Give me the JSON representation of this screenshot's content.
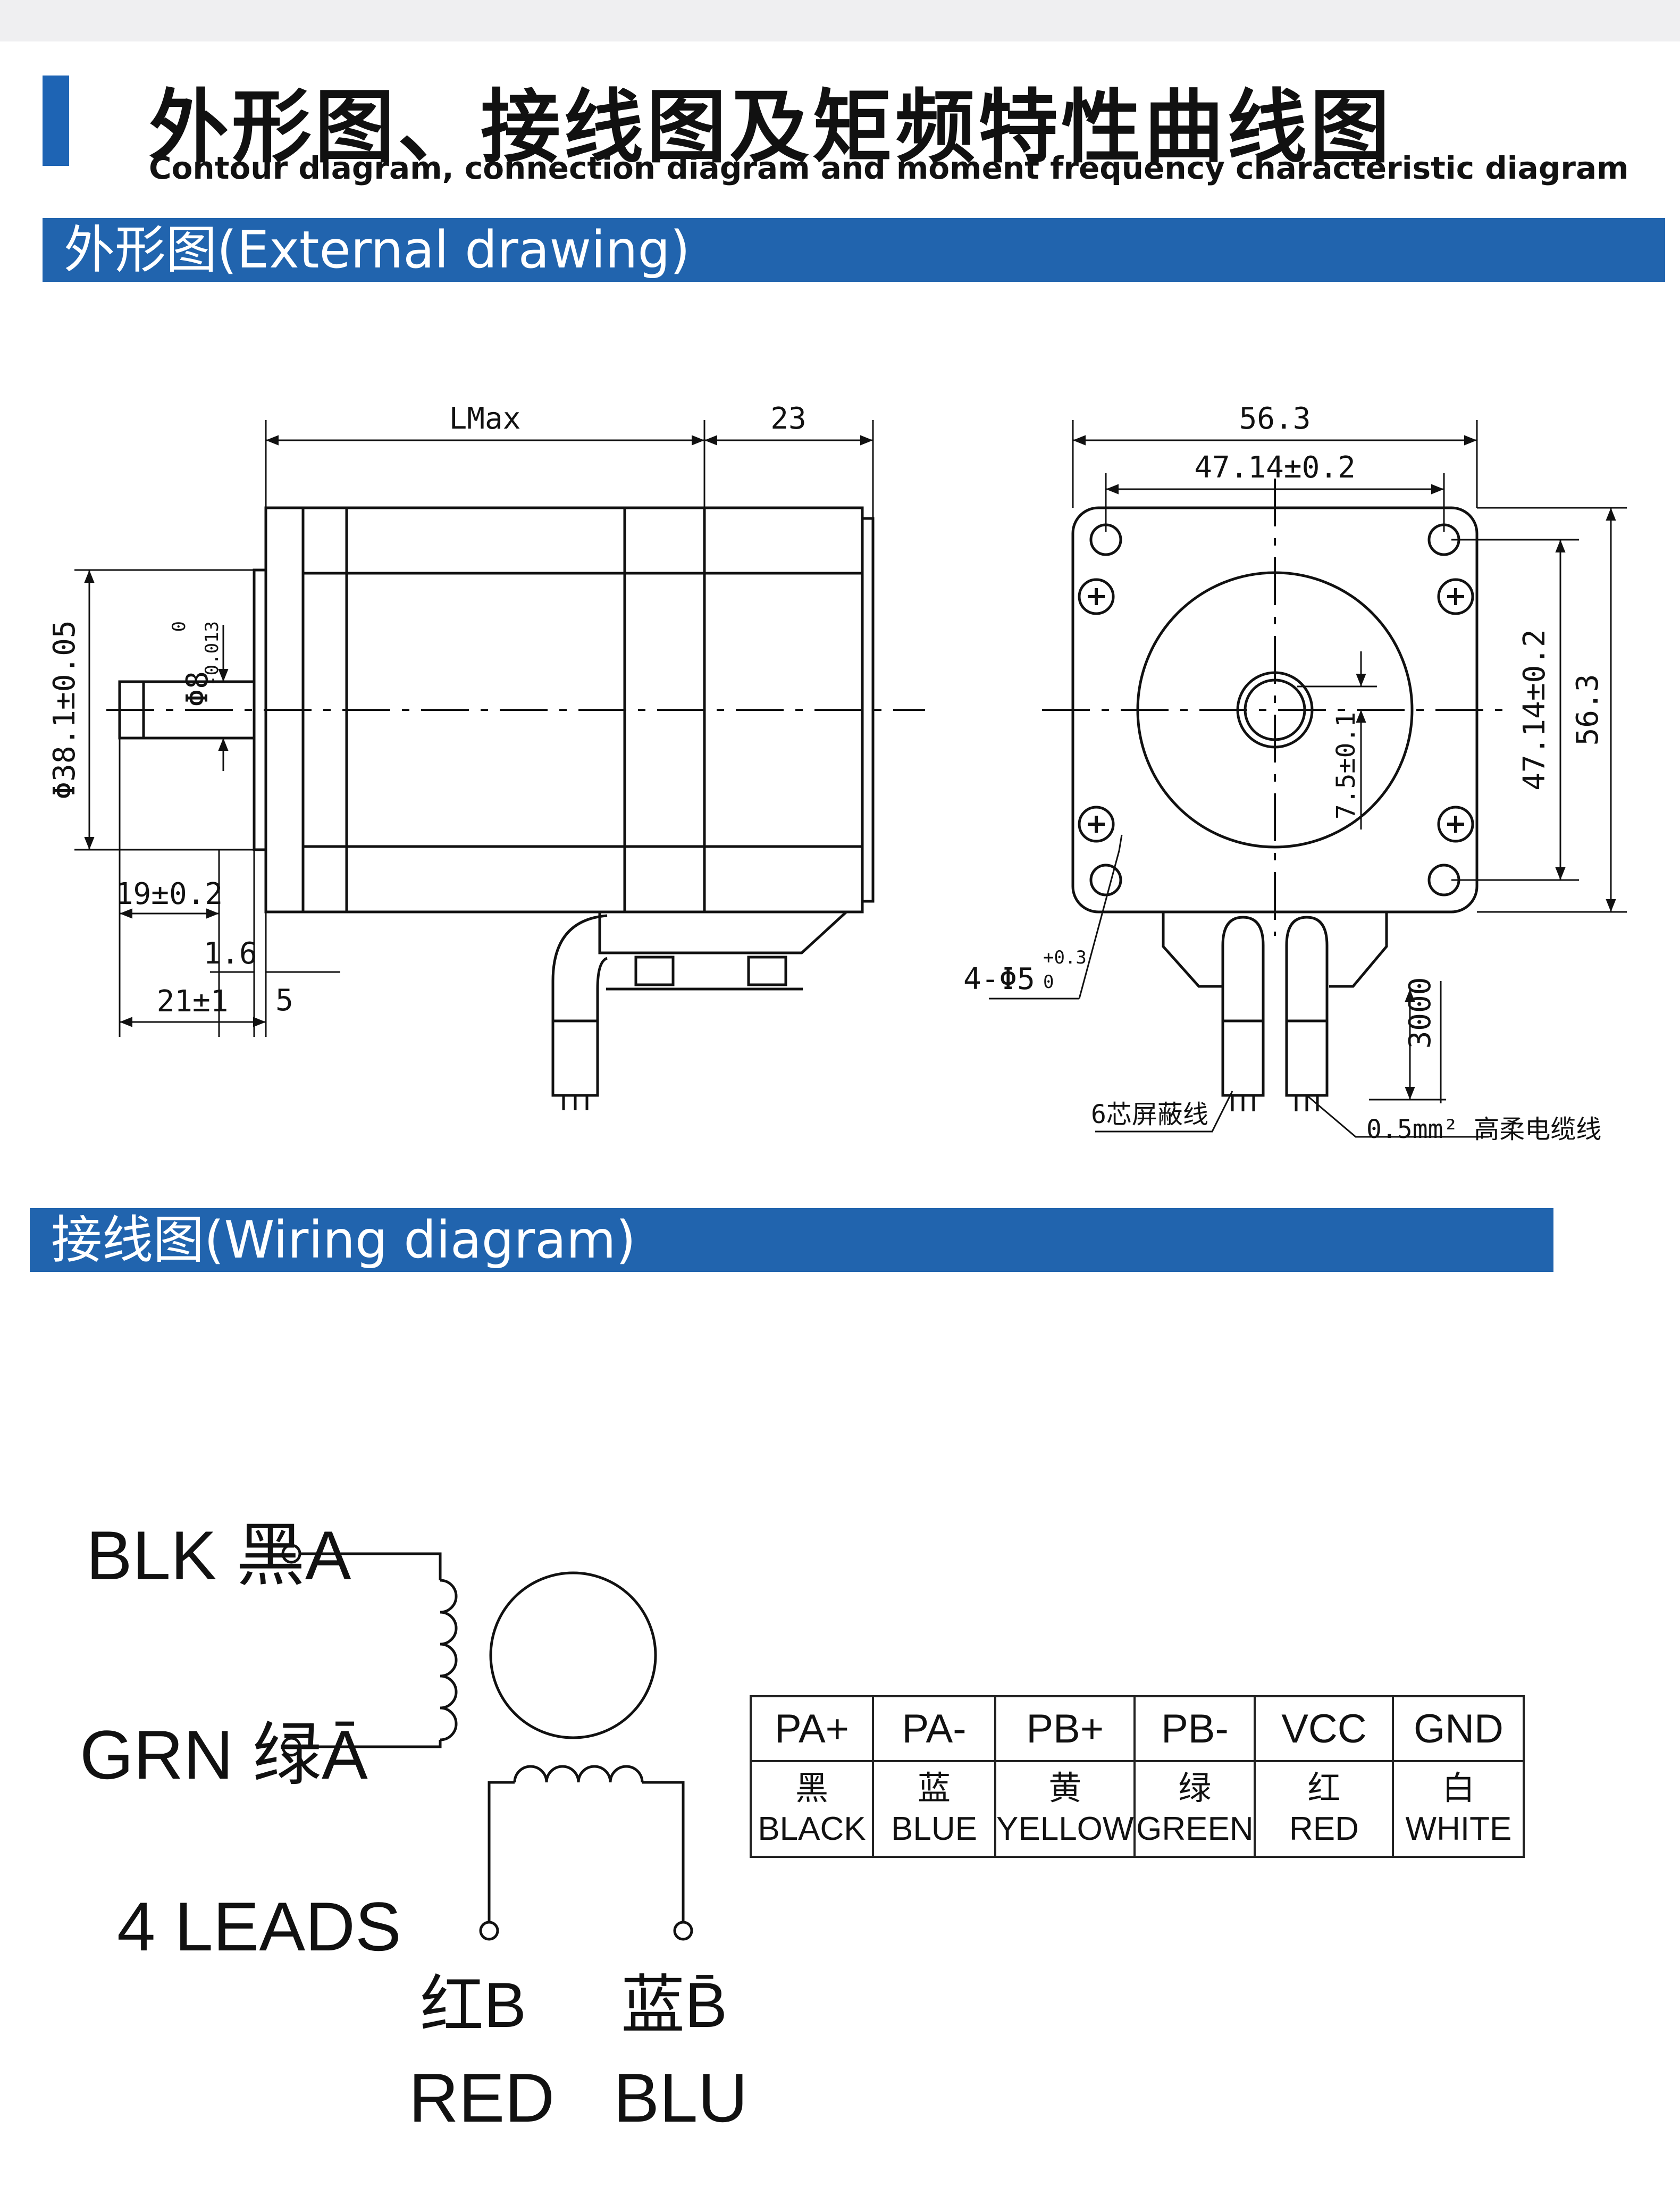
{
  "header": {
    "title_cn": "外形图、接线图及矩频特性曲线图",
    "title_en": "Contour diagram, connection diagram and moment frequency characteristic diagram"
  },
  "sections": {
    "external": "外形图(External drawing)",
    "wiring": "接线图(Wiring diagram)"
  },
  "drawing": {
    "lmax": "LMax",
    "d23": "23",
    "d38": "Φ38.1±0.05",
    "d8": "Φ8",
    "d8_tol_up": "0",
    "d8_tol_dn": "-0.013",
    "d19": "19±0.2",
    "d16": "1.6",
    "d21": "21±1",
    "d5": "5",
    "d563_top": "56.3",
    "d4714_top": "47.14±0.2",
    "d4714_side": "47.14±0.2",
    "d563_side": "56.3",
    "d75": "7.5±0.1",
    "hole_prefix": "4-Φ5",
    "hole_tol_up": "+0.3",
    "hole_tol_dn": "0",
    "cable_len": "3000",
    "shield_label": "6芯屏蔽线",
    "cable_label": "0.5mm² 高柔电缆线"
  },
  "wiring": {
    "blk": "BLK 黑A",
    "grn": "GRN 绿Ā",
    "leads": "4 LEADS",
    "red_cn": "红B",
    "blu_cn": "蓝B̄",
    "red": "RED",
    "blu": "BLU"
  },
  "table": {
    "headers": [
      "PA+",
      "PA-",
      "PB+",
      "PB-",
      "VCC",
      "GND"
    ],
    "cn": [
      "黑",
      "蓝",
      "黄",
      "绿",
      "红",
      "白"
    ],
    "en": [
      "BLACK",
      "BLUE",
      "YELLOW",
      "GREEN",
      "RED",
      "WHITE"
    ]
  },
  "colors": {
    "accent": "#1e64b4",
    "band": "#2164ae"
  }
}
